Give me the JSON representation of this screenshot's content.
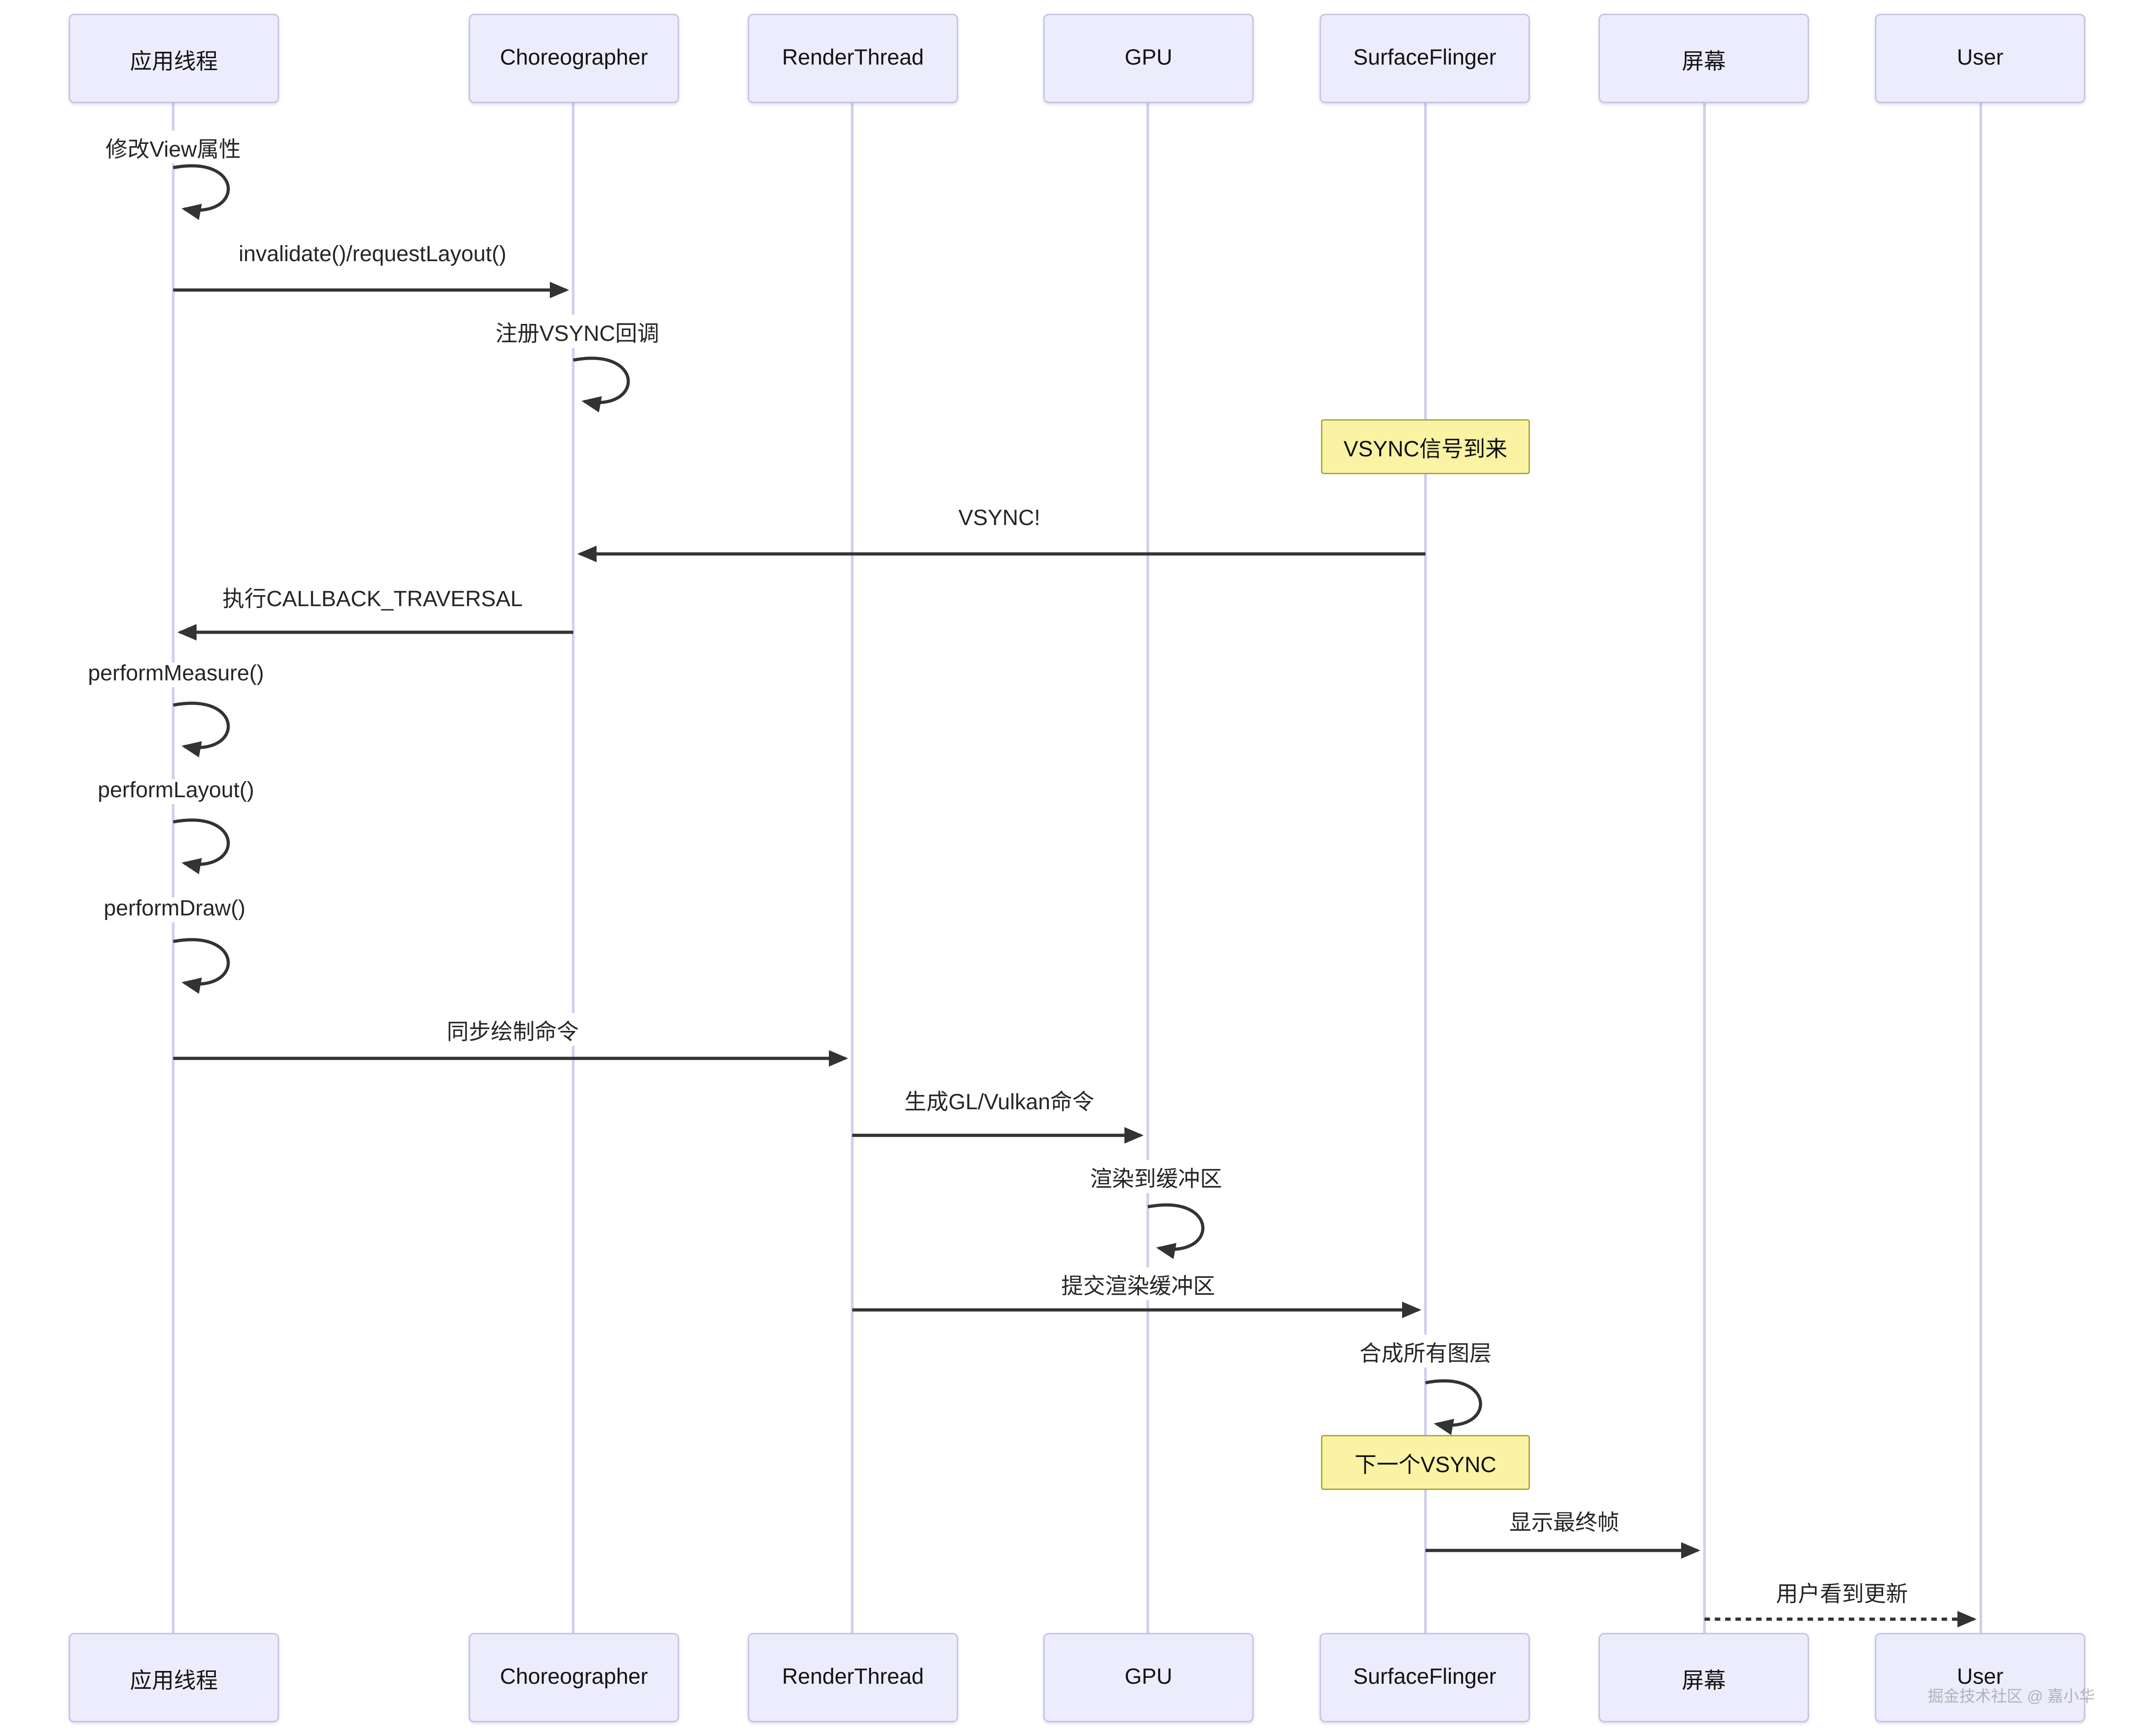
{
  "diagram": {
    "type": "sequence",
    "participants": [
      {
        "id": "app-thread",
        "label": "应用线程"
      },
      {
        "id": "choreographer",
        "label": "Choreographer"
      },
      {
        "id": "render-thread",
        "label": "RenderThread"
      },
      {
        "id": "gpu",
        "label": "GPU"
      },
      {
        "id": "surfaceflinger",
        "label": "SurfaceFlinger"
      },
      {
        "id": "screen",
        "label": "屏幕"
      },
      {
        "id": "user",
        "label": "User"
      }
    ],
    "messages": [
      {
        "text": "修改View属性",
        "from": "应用线程",
        "to": "应用线程",
        "style": "self"
      },
      {
        "text": "invalidate()/requestLayout()",
        "from": "应用线程",
        "to": "Choreographer",
        "style": "solid"
      },
      {
        "text": "注册VSYNC回调",
        "from": "Choreographer",
        "to": "Choreographer",
        "style": "self"
      },
      {
        "text": "VSYNC!",
        "from": "SurfaceFlinger",
        "to": "Choreographer",
        "style": "solid"
      },
      {
        "text": "执行CALLBACK_TRAVERSAL",
        "from": "Choreographer",
        "to": "应用线程",
        "style": "solid"
      },
      {
        "text": "performMeasure()",
        "from": "应用线程",
        "to": "应用线程",
        "style": "self"
      },
      {
        "text": "performLayout()",
        "from": "应用线程",
        "to": "应用线程",
        "style": "self"
      },
      {
        "text": "performDraw()",
        "from": "应用线程",
        "to": "应用线程",
        "style": "self"
      },
      {
        "text": "同步绘制命令",
        "from": "应用线程",
        "to": "RenderThread",
        "style": "solid"
      },
      {
        "text": "生成GL/Vulkan命令",
        "from": "RenderThread",
        "to": "GPU",
        "style": "solid"
      },
      {
        "text": "渲染到缓冲区",
        "from": "GPU",
        "to": "GPU",
        "style": "self"
      },
      {
        "text": "提交渲染缓冲区",
        "from": "RenderThread",
        "to": "SurfaceFlinger",
        "style": "solid"
      },
      {
        "text": "合成所有图层",
        "from": "SurfaceFlinger",
        "to": "SurfaceFlinger",
        "style": "self"
      },
      {
        "text": "显示最终帧",
        "from": "SurfaceFlinger",
        "to": "屏幕",
        "style": "solid"
      },
      {
        "text": "用户看到更新",
        "from": "屏幕",
        "to": "User",
        "style": "dashed"
      }
    ],
    "notes": [
      {
        "text": "VSYNC信号到来",
        "over": "SurfaceFlinger"
      },
      {
        "text": "下一个VSYNC",
        "over": "SurfaceFlinger"
      }
    ],
    "watermark": "掘金技术社区 @ 嘉小华",
    "colors": {
      "participant_fill": "#ececfc",
      "participant_border": "#c4c4e4",
      "lifeline": "#d0d0ee",
      "message_line": "#333333",
      "message_text": "#262626",
      "note_fill": "#faf3a4",
      "note_border": "#a8a839",
      "background": "#ffffff",
      "watermark_text": "#8f8f8f"
    }
  }
}
